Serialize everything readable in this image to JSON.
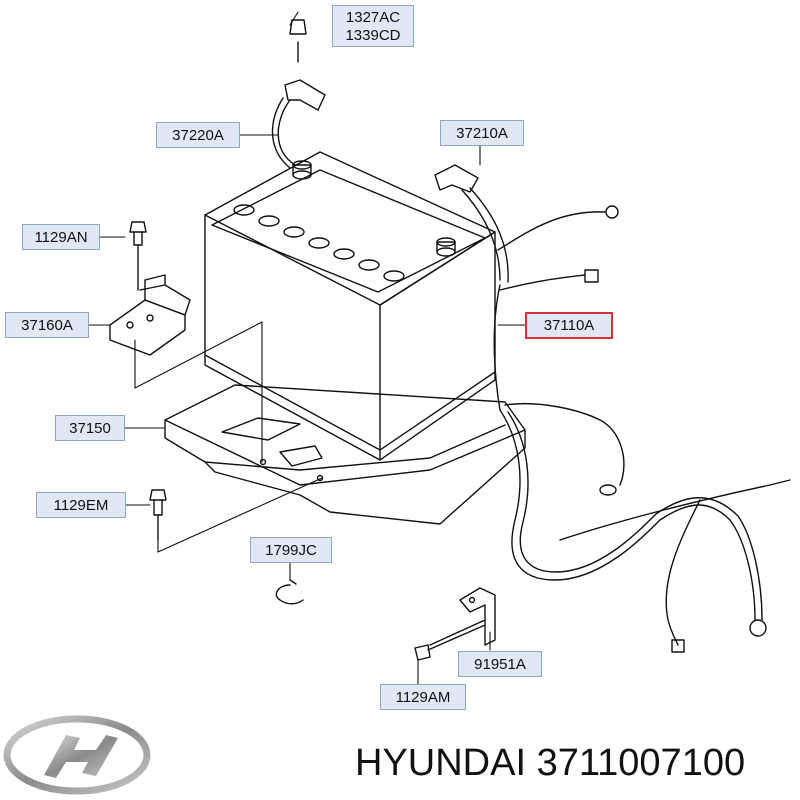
{
  "labels": {
    "nut_1": "1327AC",
    "nut_2": "1339CD",
    "positive_cable": "37220A",
    "negative_cable": "37210A",
    "bolt_top": "1129AN",
    "clamp": "37160A",
    "battery": "37110A",
    "tray": "37150",
    "bolt_tray": "1129EM",
    "clip": "1799JC",
    "bracket": "91951A",
    "bolt_bracket": "1129AM"
  },
  "highlight_color": "#d6323a",
  "callout_fill": "#dfe8f4",
  "brand": {
    "text": "HYUNDAI 3711007100",
    "logo": "hyundai-logo"
  }
}
